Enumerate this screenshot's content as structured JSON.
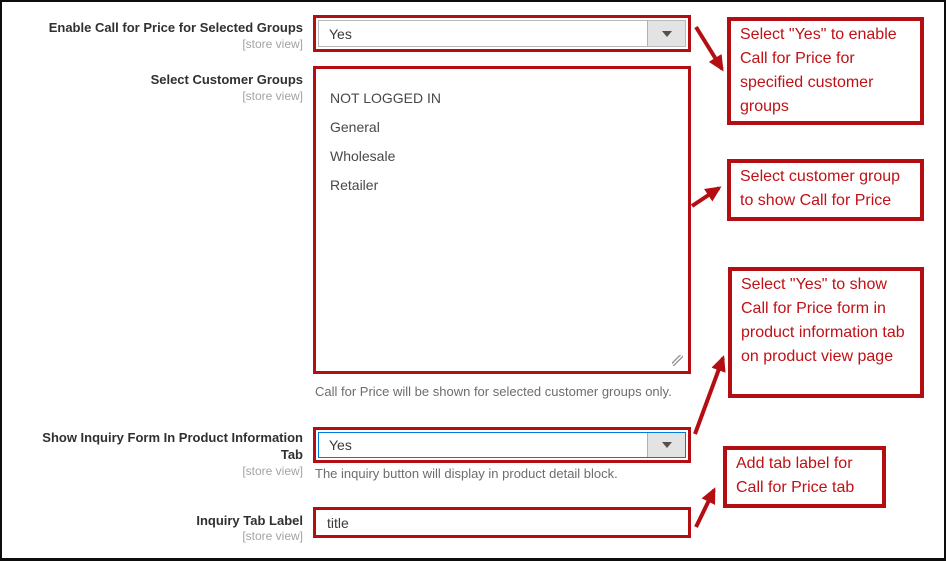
{
  "colors": {
    "annotation_red": "#b40d12",
    "focus_blue": "#007bdb",
    "label_text": "#303030",
    "scope_text": "#a3a3a3",
    "note_text": "#6d6d6d"
  },
  "form": {
    "rows": [
      {
        "label": "Enable Call for Price for Selected Groups",
        "scope": "[store view]",
        "value": "Yes"
      },
      {
        "label": "Select Customer Groups",
        "scope": "[store view]",
        "options": [
          "NOT LOGGED IN",
          "General",
          "Wholesale",
          "Retailer"
        ],
        "note": "Call for Price will be shown for selected customer groups only."
      },
      {
        "label": "Show Inquiry Form In Product Information Tab",
        "scope": "[store view]",
        "value": "Yes",
        "note": "The inquiry button will display in product detail block."
      },
      {
        "label": "Inquiry Tab Label",
        "scope": "[store view]",
        "value": "title"
      }
    ]
  },
  "annotations": [
    {
      "text": "Select \"Yes\" to enable Call for Price for specified customer groups"
    },
    {
      "text": "Select customer group to show Call for Price"
    },
    {
      "text": "Select \"Yes\" to show Call for Price form in product information tab on product view page"
    },
    {
      "text": "Add tab label for Call for Price tab"
    }
  ]
}
